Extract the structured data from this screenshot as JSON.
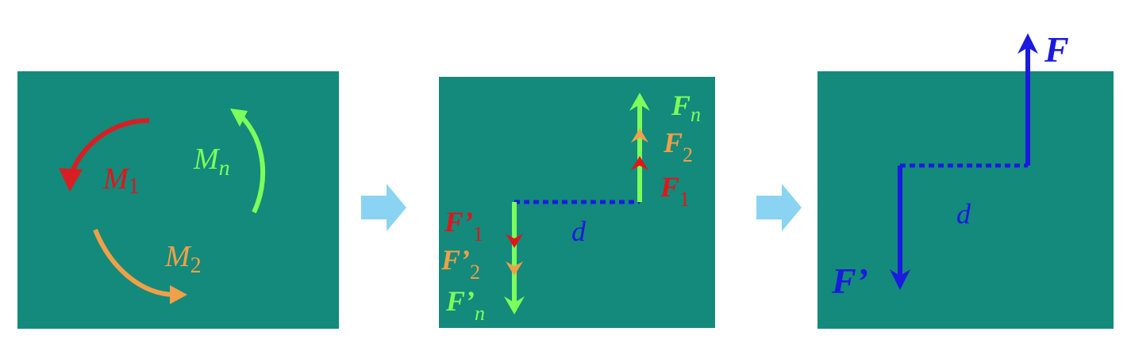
{
  "colors": {
    "panel": "#138a7b",
    "red": "#e0151a",
    "orange": "#f0a048",
    "green": "#7cff5a",
    "blue": "#1a1ae0",
    "arrow": "#8ad3f2"
  },
  "panel1": {
    "m1": "M",
    "m1_sub": "1",
    "mn": "M",
    "mn_sub": "n",
    "m2": "M",
    "m2_sub": "2"
  },
  "panel2": {
    "fn": "F",
    "fn_sub": "n",
    "f2": "F",
    "f2_sub": "2",
    "f1": "F",
    "f1_sub": "1",
    "fp1": "F’",
    "fp1_sub": "1",
    "fp2": "F’",
    "fp2_sub": "2",
    "fpn": "F’",
    "fpn_sub": "n",
    "d": "d"
  },
  "panel3": {
    "f": "F",
    "fp": "F’",
    "d": "d"
  }
}
